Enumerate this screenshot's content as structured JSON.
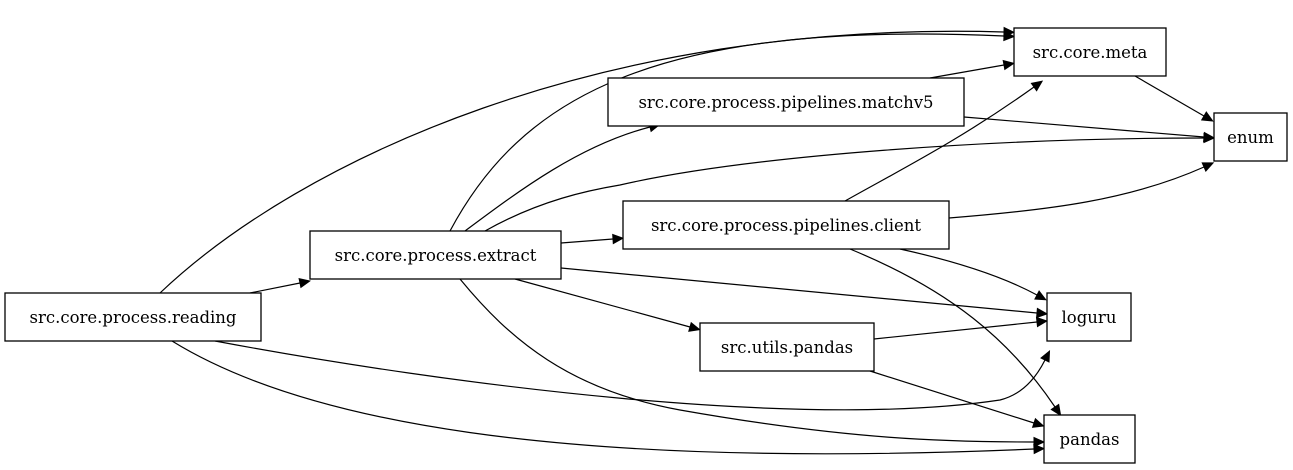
{
  "nodes": {
    "reading": {
      "label": "src.core.process.reading"
    },
    "extract": {
      "label": "src.core.process.extract"
    },
    "matchv5": {
      "label": "src.core.process.pipelines.matchv5"
    },
    "client": {
      "label": "src.core.process.pipelines.client"
    },
    "upandas": {
      "label": "src.utils.pandas"
    },
    "meta": {
      "label": "src.core.meta"
    },
    "enum": {
      "label": "enum"
    },
    "loguru": {
      "label": "loguru"
    },
    "pandas": {
      "label": "pandas"
    }
  },
  "edges": [
    {
      "from": "reading",
      "to": "extract"
    },
    {
      "from": "reading",
      "to": "meta"
    },
    {
      "from": "reading",
      "to": "loguru"
    },
    {
      "from": "reading",
      "to": "pandas"
    },
    {
      "from": "extract",
      "to": "meta"
    },
    {
      "from": "extract",
      "to": "matchv5"
    },
    {
      "from": "extract",
      "to": "enum"
    },
    {
      "from": "extract",
      "to": "client"
    },
    {
      "from": "extract",
      "to": "loguru"
    },
    {
      "from": "extract",
      "to": "upandas"
    },
    {
      "from": "extract",
      "to": "pandas"
    },
    {
      "from": "matchv5",
      "to": "meta"
    },
    {
      "from": "matchv5",
      "to": "enum"
    },
    {
      "from": "client",
      "to": "meta"
    },
    {
      "from": "client",
      "to": "enum"
    },
    {
      "from": "client",
      "to": "loguru"
    },
    {
      "from": "client",
      "to": "pandas"
    },
    {
      "from": "upandas",
      "to": "loguru"
    },
    {
      "from": "upandas",
      "to": "pandas"
    },
    {
      "from": "meta",
      "to": "enum"
    }
  ]
}
